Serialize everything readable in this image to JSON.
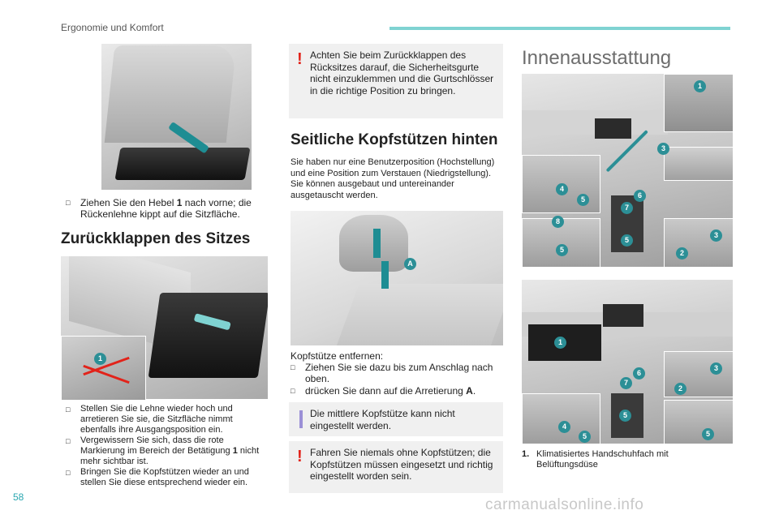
{
  "header": {
    "section": "Ergonomie und Komfort",
    "page_number": "58"
  },
  "col1": {
    "step1": {
      "marker": "",
      "text_a": "Ziehen Sie den Hebel ",
      "bold": "1",
      "text_b": " nach vorne; die Rückenlehne kippt auf die Sitzfläche."
    },
    "heading": "Zurückklappen des Sitzes",
    "callout_1": "1",
    "bullets": [
      {
        "text_a": "Stellen Sie die Lehne wieder hoch und arretieren Sie sie, die Sitzfläche nimmt ebenfalls ihre Ausgangsposition ein.",
        "bold": "",
        "text_b": ""
      },
      {
        "text_a": "Vergewissern Sie sich, dass die rote Markierung im Bereich der Betätigung ",
        "bold": "1",
        "text_b": " nicht mehr sichtbar ist."
      },
      {
        "text_a": "Bringen Sie die Kopfstützen wieder an und stellen Sie diese entsprechend wieder ein.",
        "bold": "",
        "text_b": ""
      }
    ]
  },
  "col2": {
    "warning_top": "Achten Sie beim Zurückklappen des Rücksitzes darauf, die Sicherheitsgurte nicht einzuklemmen und die Gurtschlösser in die richtige Position zu bringen.",
    "heading": "Seitliche Kopfstützen hinten",
    "intro": "Sie haben nur eine Benutzerposition (Hochstellung) und eine Position zum Verstauen (Niedrigstellung). Sie können ausgebaut und untereinander ausgetauscht werden.",
    "callout_A": "A",
    "remove_title": "Kopfstütze entfernen:",
    "remove_steps": [
      {
        "text": "Ziehen Sie sie dazu bis zum Anschlag nach oben.",
        "bold": ""
      },
      {
        "text": "drücken Sie dann auf die Arretierung ",
        "bold": "A"
      }
    ],
    "info_note": "Die mittlere Kopfstütze kann nicht eingestellt werden.",
    "warning_bottom": "Fahren Sie niemals ohne Kopfstützen; die Kopfstützen müssen eingesetzt und richtig eingestellt worden sein."
  },
  "col3": {
    "heading": "Innenausstattung",
    "top_callouts": [
      "1",
      "3",
      "4",
      "5",
      "6",
      "7",
      "8",
      "5",
      "5",
      "3",
      "2"
    ],
    "bottom_callouts": [
      "1",
      "3",
      "6",
      "7",
      "2",
      "5",
      "4",
      "5",
      "5"
    ],
    "legend": {
      "num": "1.",
      "text": "Klimatisiertes Handschuhfach mit Belüftungsdüse"
    }
  },
  "colors": {
    "accent": "#2c8f96",
    "warning": "#e2231a",
    "header_bar": "#7fd3d2"
  }
}
